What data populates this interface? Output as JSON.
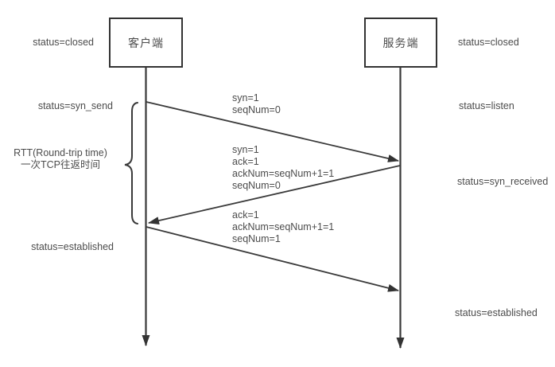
{
  "diagram": {
    "title_hint": "TCP three-way handshake sequence diagram",
    "colors": {
      "line": "#3a3a3a",
      "text": "#4c4c4c",
      "background": "#ffffff"
    },
    "actors": {
      "client": "客户端",
      "server": "服务端"
    },
    "left_labels": {
      "closed": "status=closed",
      "syn_send": "status=syn_send",
      "rtt_line1": "RTT(Round-trip time)",
      "rtt_line2": "一次TCP往返时间",
      "established": "status=established"
    },
    "right_labels": {
      "closed": "status=closed",
      "listen": "status=listen",
      "syn_received": "status=syn_received",
      "established": "status=established"
    },
    "messages": [
      {
        "from": "client",
        "to": "server",
        "lines": [
          "syn=1",
          "seqNum=0"
        ]
      },
      {
        "from": "server",
        "to": "client",
        "lines": [
          "syn=1",
          "ack=1",
          "ackNum=seqNum+1=1",
          "seqNum=0"
        ]
      },
      {
        "from": "client",
        "to": "server",
        "lines": [
          "ack=1",
          "ackNum=seqNum+1=1",
          "seqNum=1"
        ]
      }
    ]
  }
}
